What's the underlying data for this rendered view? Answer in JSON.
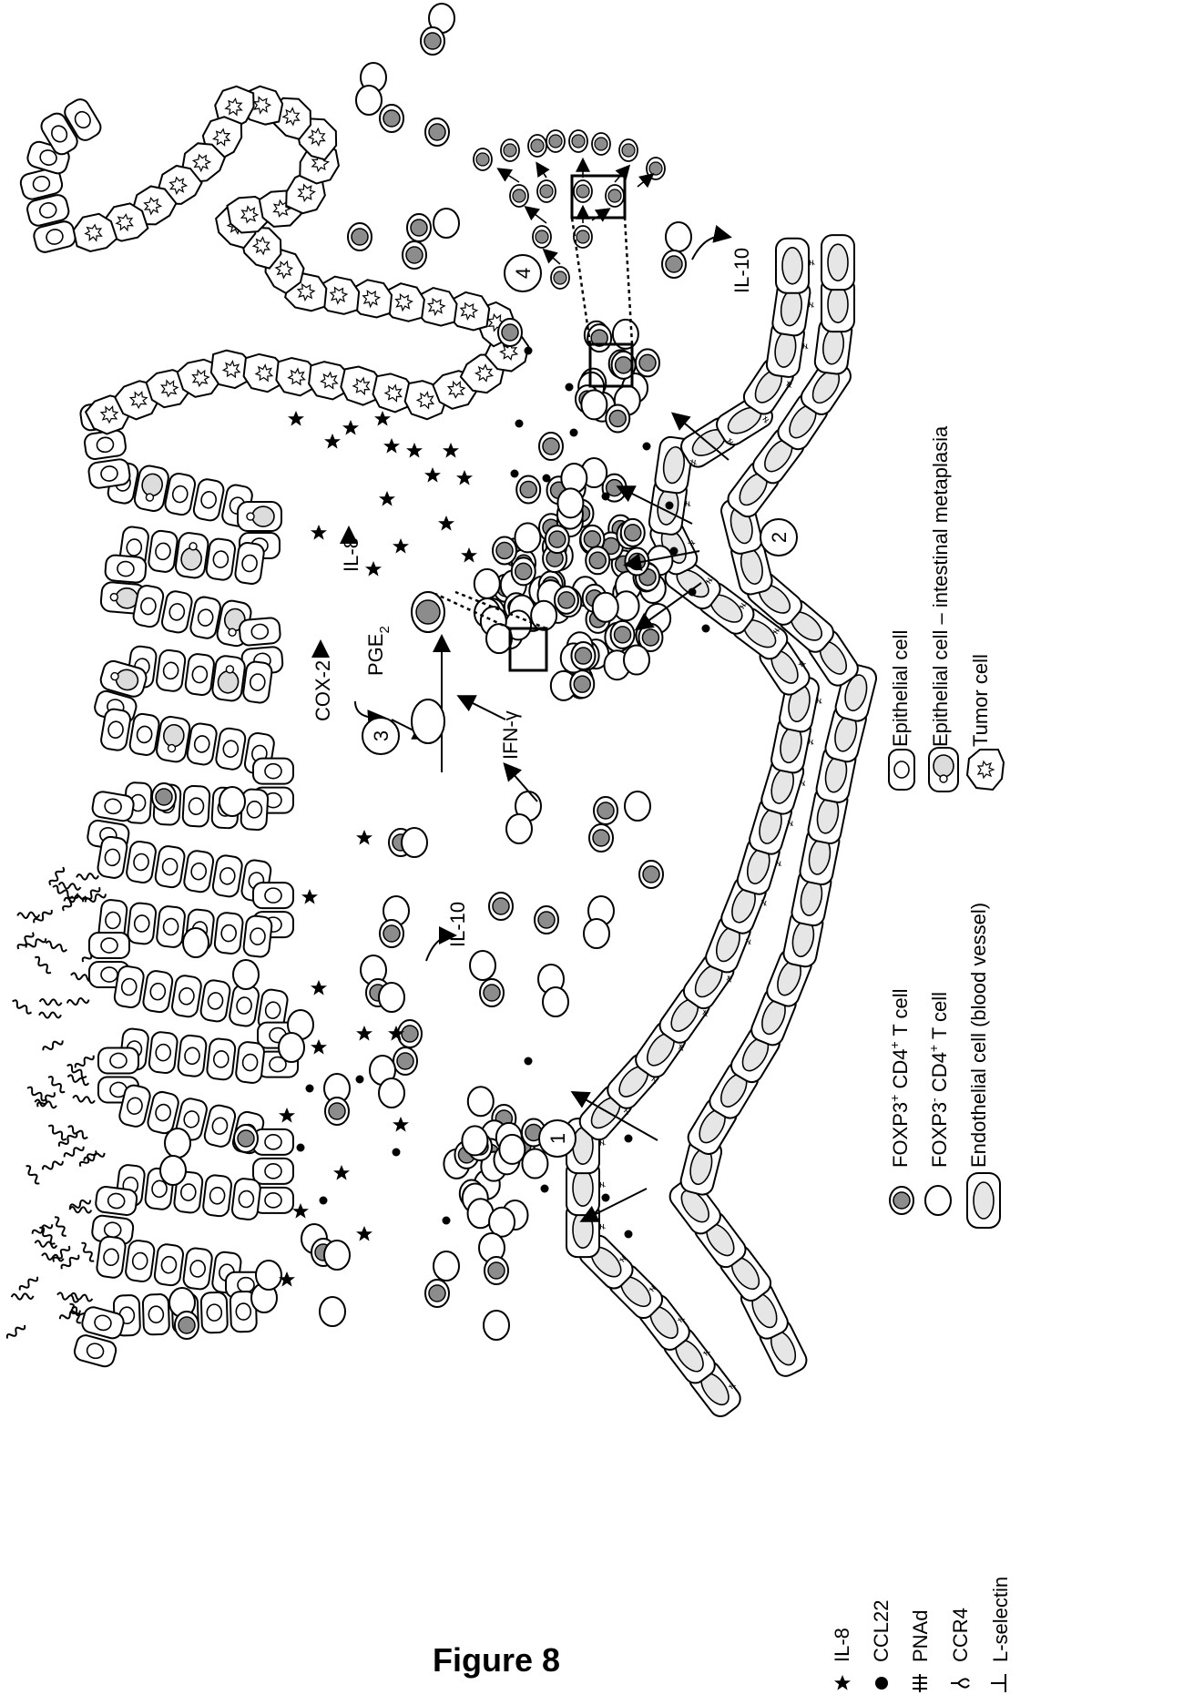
{
  "figure_title": "Figure 8",
  "annotations": {
    "cox2": "COX-2",
    "pge": "PGE",
    "pge_sub": "2",
    "il8_top": "IL-8",
    "ifn": "IFN-γ",
    "il10_left": "IL-10",
    "il10_right": "IL-10"
  },
  "steps": [
    "1",
    "2",
    "3",
    "4"
  ],
  "legend_left": [
    {
      "symbol": "star-icon",
      "label": "IL-8"
    },
    {
      "symbol": "dot-icon",
      "label": "CCL22"
    },
    {
      "symbol": "pnad-icon",
      "label": "PNAd"
    },
    {
      "symbol": "ccr4-icon",
      "label": "CCR4"
    },
    {
      "symbol": "lselectin-icon",
      "label": "L-selectin"
    }
  ],
  "legend_mid": [
    {
      "symbol": "foxp3-pos-cell-icon",
      "label": "FOXP3",
      "sup1": "+",
      "rest": " CD4",
      "sup2": "+",
      "tail": " T cell"
    },
    {
      "symbol": "foxp3-neg-cell-icon",
      "label": "FOXP3",
      "sup1": "-",
      "rest": " CD4",
      "sup2": "+",
      "tail": " T cell"
    },
    {
      "symbol": "endothelial-cell-icon",
      "label": "Endothelial cell (blood vessel)",
      "sup1": "",
      "rest": "",
      "sup2": "",
      "tail": ""
    }
  ],
  "legend_right": [
    {
      "symbol": "epithelial-cell-icon",
      "label": "Epithelial cell"
    },
    {
      "symbol": "metaplasia-cell-icon",
      "label": "Epithelial cell – intestinal metaplasia"
    },
    {
      "symbol": "tumor-cell-icon",
      "label": "Tumor cell"
    }
  ],
  "colors": {
    "foxp3_pos_core": "#8c8c8c",
    "metaplasia_fill": "#dcdcdc",
    "line": "#000000"
  }
}
